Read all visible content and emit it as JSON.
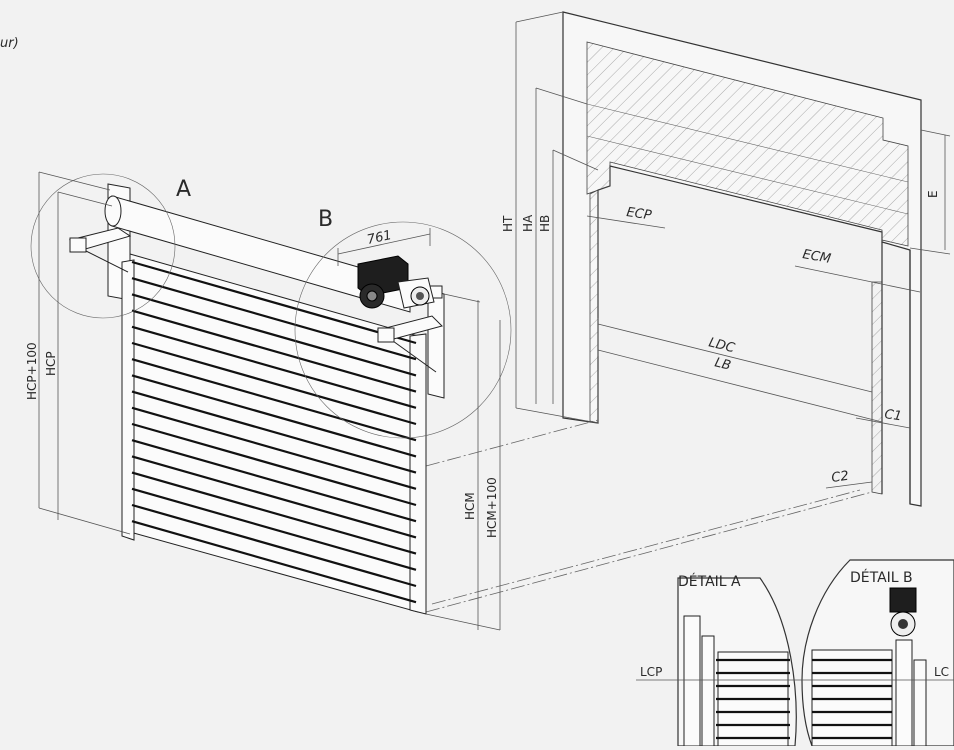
{
  "partial_text": "ur)",
  "labels": {
    "a": "A",
    "b": "B",
    "d761": "761",
    "ht": "HT",
    "ha": "HA",
    "hb": "HB",
    "ecp": "ECP",
    "ecm": "ECM",
    "e": "E",
    "ldc": "LDC",
    "lb": "LB",
    "c1": "C1",
    "c2": "C2",
    "hcp100": "HCP+100",
    "hcp": "HCP",
    "hcm": "HCM",
    "hcm100": "HCM+100",
    "detail_a": "DÉTAIL A",
    "detail_b": "DÉTAIL B",
    "lcp": "LCP",
    "lc_partial": "LC"
  },
  "colors": {
    "background": "#f2f2f2",
    "line": "#333333",
    "slat": "#111111",
    "motor": "#1e1e1e"
  }
}
